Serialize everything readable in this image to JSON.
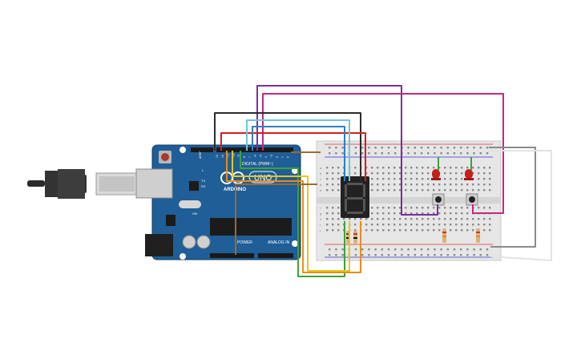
{
  "board": {
    "brand": "ARDUINO",
    "model": "UNO",
    "digital_label": "DIGITAL (PWM~)",
    "power_label": "POWER",
    "analog_label": "ANALOG IN",
    "tx_label": "TX",
    "rx_label": "RX",
    "l_label": "L",
    "on_label": "ON",
    "aref_label": "AREF",
    "pin_numbers": [
      "13",
      "12",
      "~11",
      "~10",
      "~9",
      "8",
      "7",
      "~6",
      "~5",
      "4",
      "~3",
      "2",
      "1",
      "0"
    ]
  },
  "breadboard": {
    "row_letters_top": [
      "a",
      "b",
      "c",
      "d",
      "e"
    ],
    "row_letters_bottom": [
      "f",
      "g",
      "h",
      "i",
      "j"
    ]
  },
  "display": {
    "digit": "8"
  },
  "colors": {
    "board": "#1f5e96",
    "wire_red": "#d32020",
    "wire_black": "#2b2b2b",
    "wire_purple": "#7a2ea0",
    "wire_magenta": "#c2297e",
    "wire_cyan": "#6ec6d8",
    "wire_blue": "#2f7fc0",
    "wire_green": "#3aa33a",
    "wire_yellow": "#e8c619",
    "wire_orange": "#ee8a1a",
    "wire_brown": "#9a6a3a",
    "wire_gray": "#8a8a8a",
    "led": "#c4201c"
  }
}
